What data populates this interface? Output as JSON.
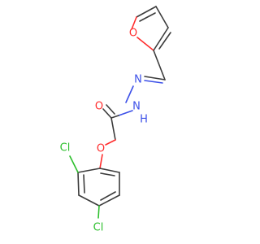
{
  "molecule": {
    "atoms": {
      "o_furan": {
        "label": "O",
        "color": "#ff2d2d"
      },
      "o_carbonyl": {
        "label": "O",
        "color": "#ff2d2d"
      },
      "o_ether": {
        "label": "O",
        "color": "#ff2d2d"
      },
      "n_imine": {
        "label": "N",
        "color": "#3c50e8"
      },
      "n_amide": {
        "label": "N",
        "color": "#3c50e8"
      },
      "h_amide": {
        "label": "H",
        "color": "#3c50e8"
      },
      "cl_2": {
        "label": "Cl",
        "color": "#2dbf2d"
      },
      "cl_4": {
        "label": "Cl",
        "color": "#2dbf2d"
      }
    },
    "colors": {
      "bond": "#3c3c3c",
      "oxygen": "#ff2d2d",
      "nitrogen": "#3c50e8",
      "chlorine": "#2dbf2d"
    }
  }
}
